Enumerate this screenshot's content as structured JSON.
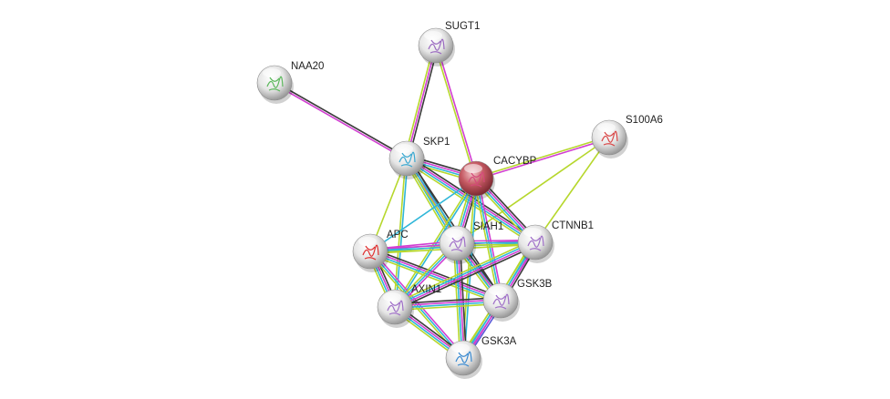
{
  "edge_colors": {
    "experiments": "#d13ed1",
    "databases": "#2fb6d8",
    "textmining": "#b6d72c",
    "coexpression": "#3a3a3a",
    "homology": "#5a5ad8"
  },
  "nodes": [
    {
      "id": "SUGT1",
      "label": "SUGT1",
      "color": "#e8e8e8",
      "glyph": "#9a6ac0"
    },
    {
      "id": "NAA20",
      "label": "NAA20",
      "color": "#e8e8e8",
      "glyph": "#5cb85c"
    },
    {
      "id": "S100A6",
      "label": "S100A6",
      "color": "#e8e8e8",
      "glyph": "#d94848"
    },
    {
      "id": "SKP1",
      "label": "SKP1",
      "color": "#e8e8e8",
      "glyph": "#3aa8d0"
    },
    {
      "id": "CACYBP",
      "label": "CACYBP",
      "color": "#c0505a",
      "glyph": "#d44a7a"
    },
    {
      "id": "APC",
      "label": "APC",
      "color": "#e8e8e8",
      "glyph": "#e03030"
    },
    {
      "id": "SIAH1",
      "label": "SIAH1",
      "color": "#e8e8e8",
      "glyph": "#a070c8"
    },
    {
      "id": "CTNNB1",
      "label": "CTNNB1",
      "color": "#e8e8e8",
      "glyph": "#a070c8"
    },
    {
      "id": "AXIN1",
      "label": "AXIN1",
      "color": "#e8e8e8",
      "glyph": "#a070c8"
    },
    {
      "id": "GSK3B",
      "label": "GSK3B",
      "color": "#e8e8e8",
      "glyph": "#a070c8"
    },
    {
      "id": "GSK3A",
      "label": "GSK3A",
      "color": "#e8e8e8",
      "glyph": "#3a8ad0"
    }
  ],
  "edges": [
    {
      "s": "SUGT1",
      "t": "SKP1",
      "types": [
        "coexpression",
        "experiments",
        "textmining"
      ]
    },
    {
      "s": "SUGT1",
      "t": "CACYBP",
      "types": [
        "experiments",
        "textmining"
      ]
    },
    {
      "s": "NAA20",
      "t": "SKP1",
      "types": [
        "coexpression",
        "experiments"
      ]
    },
    {
      "s": "S100A6",
      "t": "CACYBP",
      "types": [
        "experiments",
        "textmining"
      ]
    },
    {
      "s": "S100A6",
      "t": "SIAH1",
      "types": [
        "textmining"
      ]
    },
    {
      "s": "S100A6",
      "t": "CTNNB1",
      "types": [
        "textmining"
      ]
    },
    {
      "s": "SKP1",
      "t": "CACYBP",
      "types": [
        "coexpression",
        "experiments",
        "databases",
        "textmining"
      ]
    },
    {
      "s": "SKP1",
      "t": "SIAH1",
      "types": [
        "coexpression",
        "experiments",
        "databases",
        "textmining"
      ]
    },
    {
      "s": "SKP1",
      "t": "CTNNB1",
      "types": [
        "coexpression",
        "experiments",
        "databases",
        "textmining"
      ]
    },
    {
      "s": "SKP1",
      "t": "APC",
      "types": [
        "textmining"
      ]
    },
    {
      "s": "SKP1",
      "t": "AXIN1",
      "types": [
        "databases",
        "textmining"
      ]
    },
    {
      "s": "SKP1",
      "t": "GSK3B",
      "types": [
        "coexpression",
        "databases",
        "textmining"
      ]
    },
    {
      "s": "CACYBP",
      "t": "APC",
      "types": [
        "databases"
      ]
    },
    {
      "s": "CACYBP",
      "t": "SIAH1",
      "types": [
        "coexpression",
        "experiments",
        "databases",
        "textmining"
      ]
    },
    {
      "s": "CACYBP",
      "t": "CTNNB1",
      "types": [
        "coexpression",
        "experiments",
        "databases",
        "textmining"
      ]
    },
    {
      "s": "CACYBP",
      "t": "AXIN1",
      "types": [
        "databases",
        "textmining"
      ]
    },
    {
      "s": "CACYBP",
      "t": "GSK3B",
      "types": [
        "experiments",
        "databases",
        "textmining"
      ]
    },
    {
      "s": "CACYBP",
      "t": "GSK3A",
      "types": [
        "databases",
        "textmining"
      ]
    },
    {
      "s": "APC",
      "t": "SIAH1",
      "types": [
        "experiments",
        "databases",
        "textmining"
      ]
    },
    {
      "s": "APC",
      "t": "CTNNB1",
      "types": [
        "experiments",
        "databases",
        "textmining"
      ]
    },
    {
      "s": "APC",
      "t": "AXIN1",
      "types": [
        "coexpression",
        "experiments",
        "databases",
        "textmining"
      ]
    },
    {
      "s": "APC",
      "t": "GSK3B",
      "types": [
        "coexpression",
        "experiments",
        "databases",
        "textmining"
      ]
    },
    {
      "s": "APC",
      "t": "GSK3A",
      "types": [
        "experiments",
        "databases",
        "textmining"
      ]
    },
    {
      "s": "SIAH1",
      "t": "CTNNB1",
      "types": [
        "experiments",
        "databases",
        "textmining"
      ]
    },
    {
      "s": "SIAH1",
      "t": "AXIN1",
      "types": [
        "experiments",
        "databases",
        "textmining"
      ]
    },
    {
      "s": "SIAH1",
      "t": "GSK3B",
      "types": [
        "coexpression",
        "experiments",
        "databases",
        "textmining"
      ]
    },
    {
      "s": "SIAH1",
      "t": "GSK3A",
      "types": [
        "coexpression",
        "experiments",
        "databases",
        "textmining"
      ]
    },
    {
      "s": "CTNNB1",
      "t": "AXIN1",
      "types": [
        "coexpression",
        "experiments",
        "databases",
        "textmining"
      ]
    },
    {
      "s": "CTNNB1",
      "t": "GSK3B",
      "types": [
        "coexpression",
        "experiments",
        "databases",
        "textmining"
      ]
    },
    {
      "s": "CTNNB1",
      "t": "GSK3A",
      "types": [
        "experiments",
        "databases",
        "textmining"
      ]
    },
    {
      "s": "AXIN1",
      "t": "GSK3B",
      "types": [
        "coexpression",
        "experiments",
        "databases",
        "textmining"
      ]
    },
    {
      "s": "AXIN1",
      "t": "GSK3A",
      "types": [
        "coexpression",
        "experiments",
        "databases",
        "textmining"
      ]
    },
    {
      "s": "GSK3B",
      "t": "GSK3A",
      "types": [
        "homology",
        "experiments",
        "databases",
        "textmining"
      ]
    }
  ]
}
